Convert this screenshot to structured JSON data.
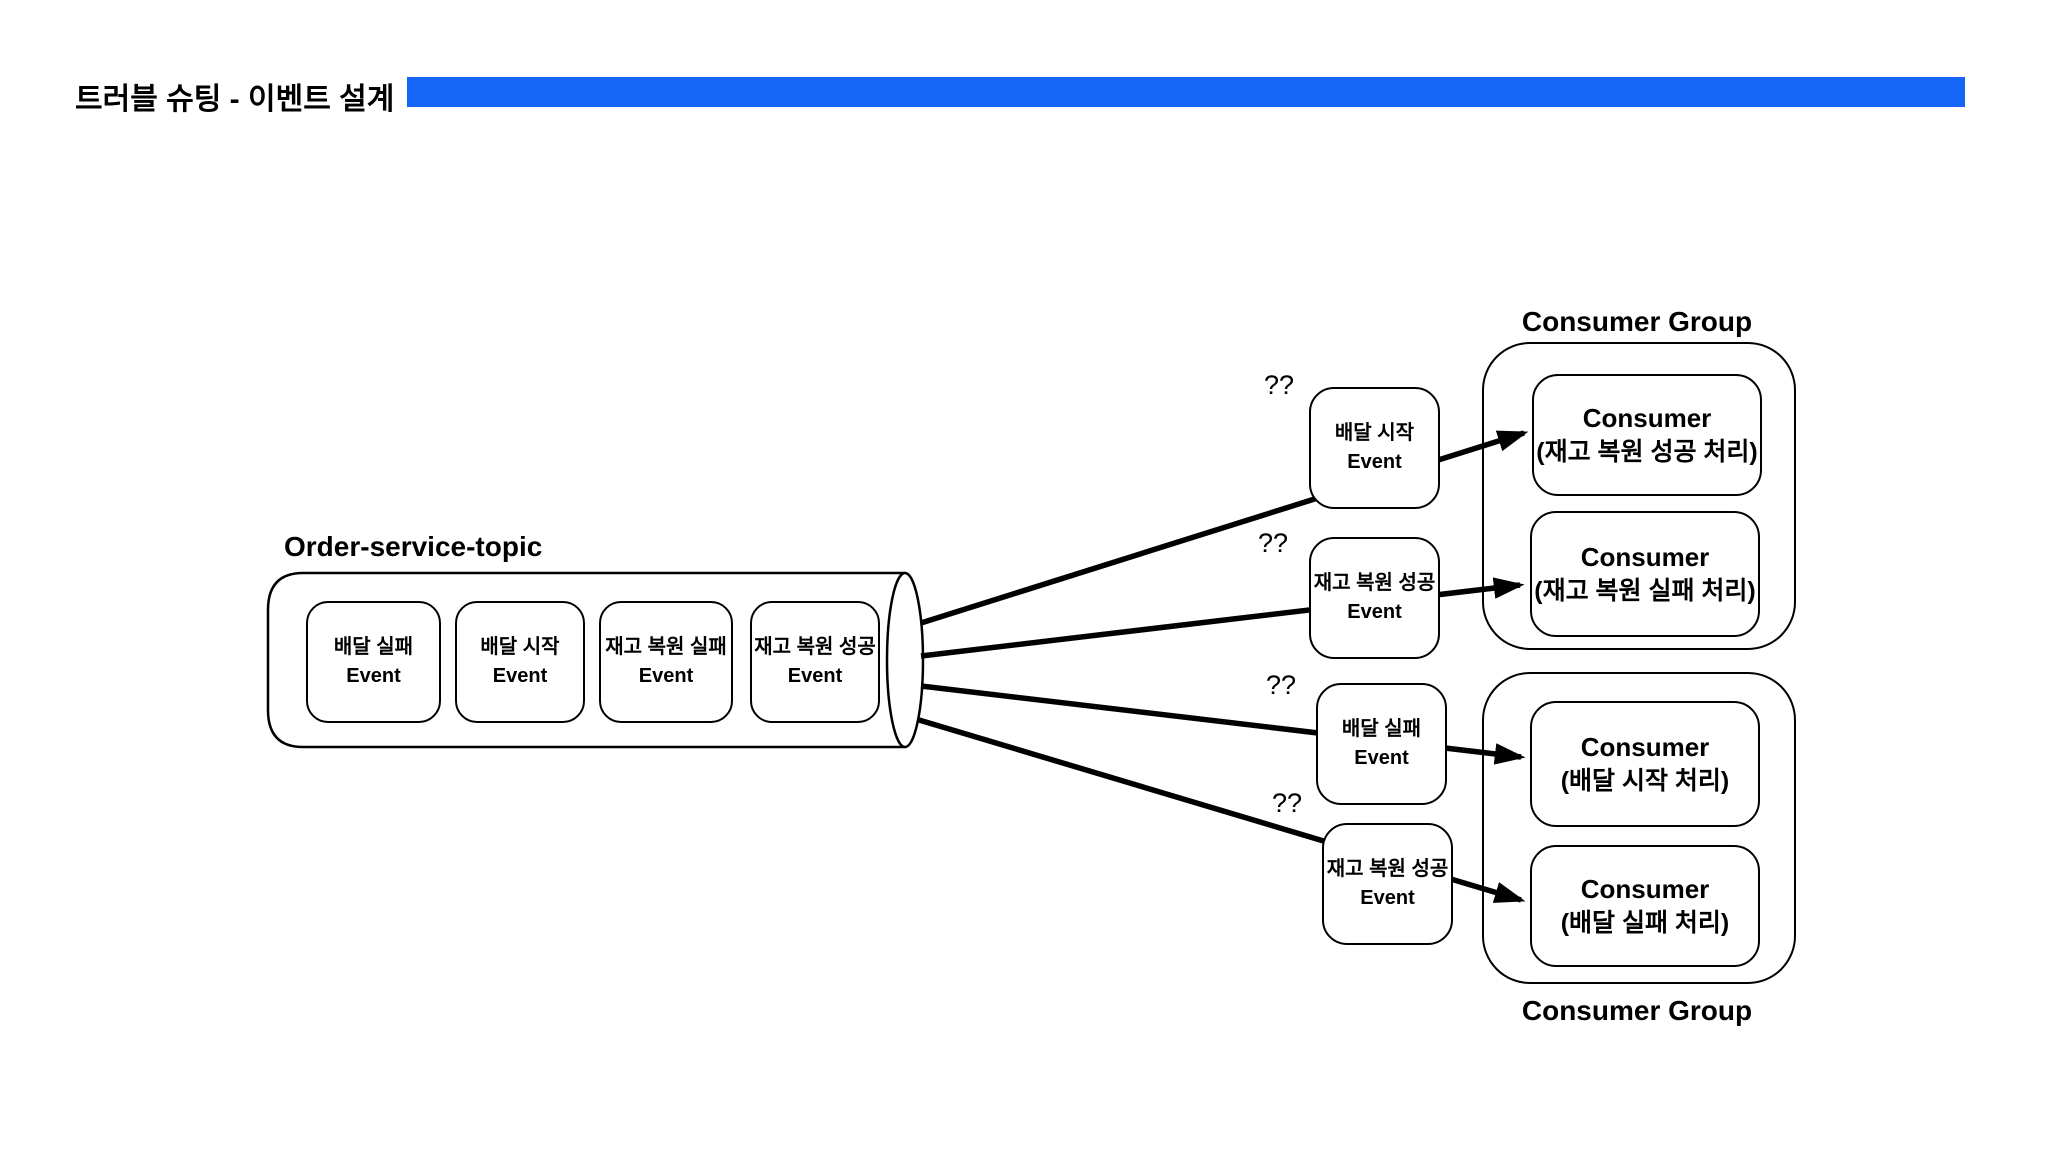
{
  "page": {
    "title": "트러블 슈팅 - 이벤트 설계",
    "accent_color": "#1565f7"
  },
  "topic": {
    "label": "Order-service-topic",
    "events": [
      {
        "name": "배달 실패",
        "type": "Event"
      },
      {
        "name": "배달 시작",
        "type": "Event"
      },
      {
        "name": "재고 복원 실패",
        "type": "Event"
      },
      {
        "name": "재고 복원 성공",
        "type": "Event"
      }
    ]
  },
  "pending_events": [
    {
      "question": "??",
      "name": "배달 시작",
      "type": "Event"
    },
    {
      "question": "??",
      "name": "재고 복원 성공",
      "type": "Event"
    },
    {
      "question": "??",
      "name": "배달 실패",
      "type": "Event"
    },
    {
      "question": "??",
      "name": "재고 복원 성공",
      "type": "Event"
    }
  ],
  "consumer_groups": [
    {
      "label": "Consumer Group",
      "label_position": "top",
      "consumers": [
        {
          "title": "Consumer",
          "subtitle": "(재고 복원 성공 처리)"
        },
        {
          "title": "Consumer",
          "subtitle": "(재고 복원 실패 처리)"
        }
      ]
    },
    {
      "label": "Consumer Group",
      "label_position": "bottom",
      "consumers": [
        {
          "title": "Consumer",
          "subtitle": "(배달 시작 처리)"
        },
        {
          "title": "Consumer",
          "subtitle": "(배달 실패 처리)"
        }
      ]
    }
  ]
}
